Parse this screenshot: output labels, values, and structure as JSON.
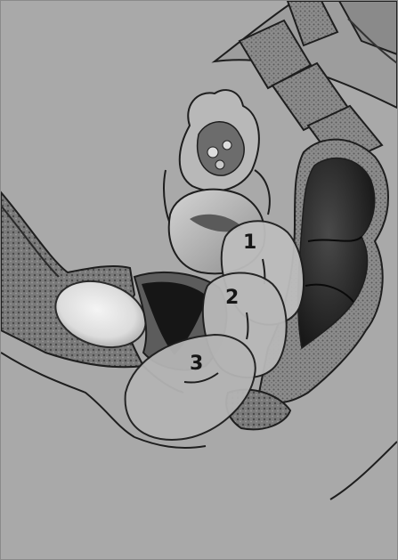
{
  "figure": {
    "labels": [
      {
        "id": "1",
        "text": "1"
      },
      {
        "id": "2",
        "text": "2"
      },
      {
        "id": "3",
        "text": "3"
      }
    ]
  },
  "colors": {
    "background": "#a9a9a9",
    "outline": "#1e1e1e",
    "tissue_dark": "#3a3a3a",
    "tissue_mid": "#7d7d7d",
    "cavity_dark": "#121212",
    "bladder_light": "#ececec",
    "device_fill": "#b4b4b4"
  },
  "icons": {
    "ovary": "ovary-illustration",
    "spine": "sacrum-vertebrae-illustration",
    "bowel": "rectum-illustration",
    "bladder": "bladder-illustration",
    "device": "inserted-disc-illustration"
  }
}
